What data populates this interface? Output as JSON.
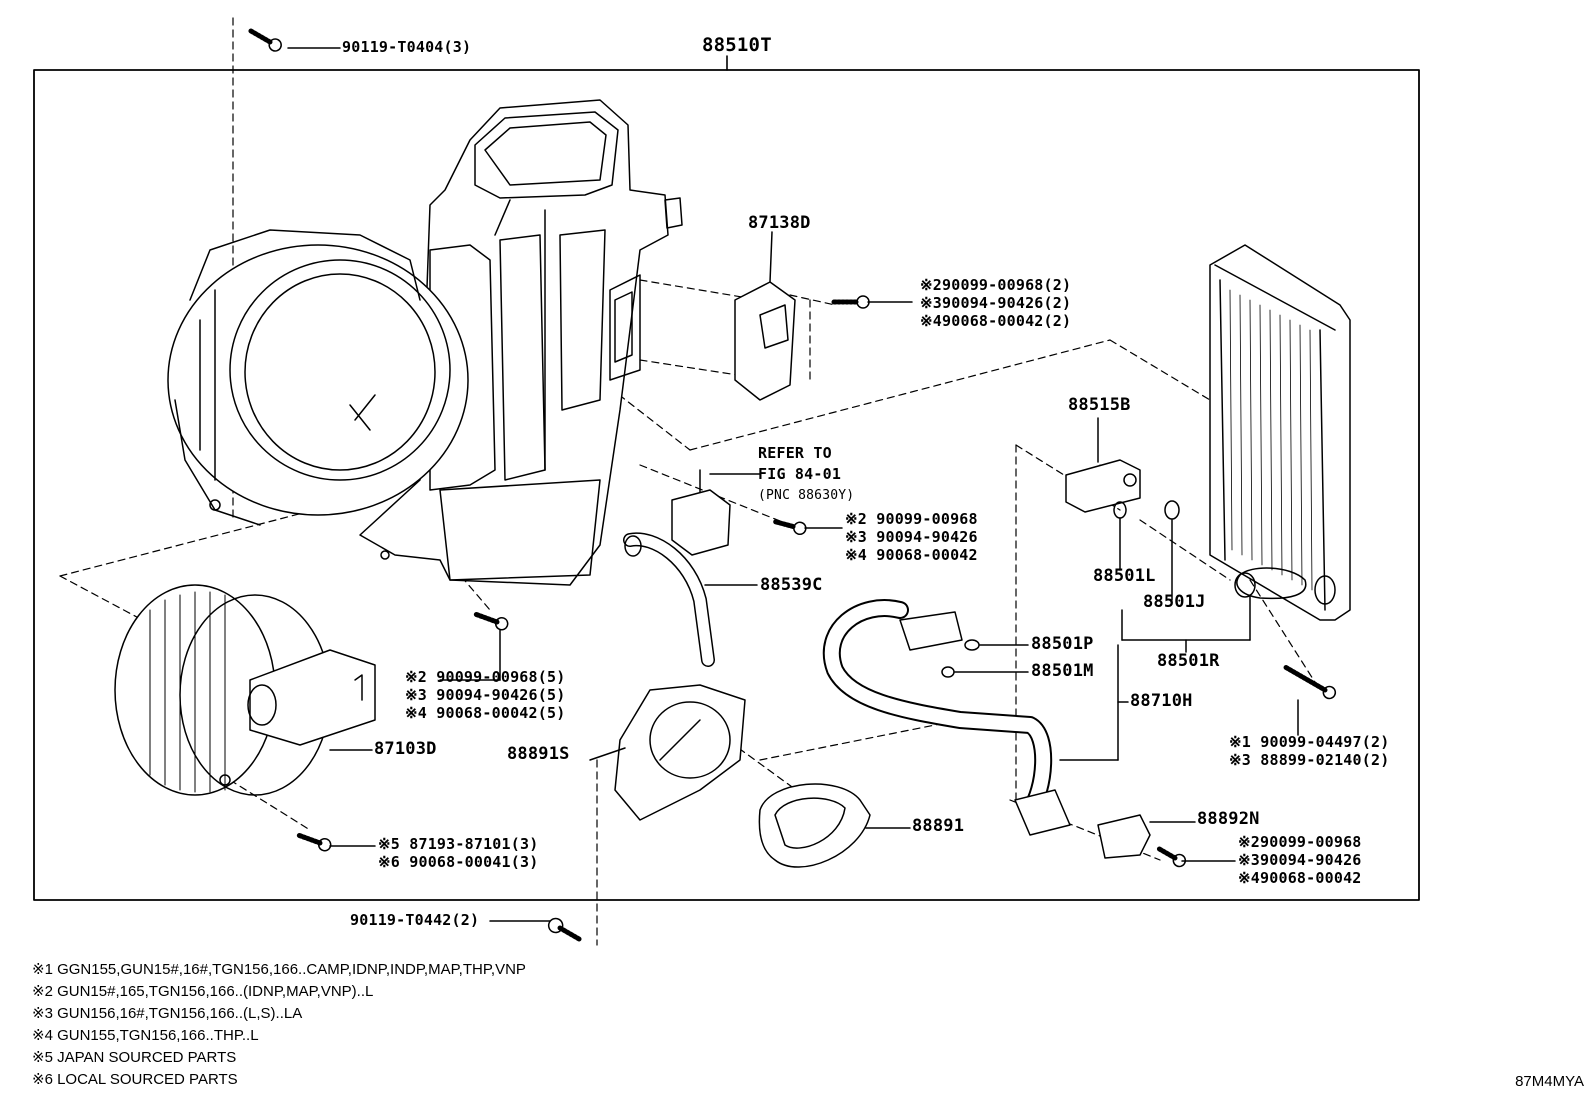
{
  "parts": {
    "p88510T": "88510T",
    "p90119_T0404": "90119-T0404(3)",
    "p87138D": "87138D",
    "p88515B": "88515B",
    "p88501L": "88501L",
    "p88501J": "88501J",
    "p88501P": "88501P",
    "p88501M": "88501M",
    "p88501R": "88501R",
    "p88710H": "88710H",
    "p88539C": "88539C",
    "p88891S": "88891S",
    "p88891": "88891",
    "p88892N": "88892N",
    "p87103D": "87103D",
    "p90119_T0442": "90119-T0442(2)"
  },
  "refer": {
    "line1": "REFER TO",
    "line2": "FIG 84-01",
    "line3": "(PNC 88630Y)"
  },
  "callouts": {
    "c87138D": [
      "※290099-00968(2)",
      "※390094-90426(2)",
      "※490068-00042(2)"
    ],
    "cRefer": [
      "※2 90099-00968",
      "※3 90094-90426",
      "※4 90068-00042"
    ],
    "cHousing": [
      "※2 90099-00968(5)",
      "※3 90094-90426(5)",
      "※4 90068-00042(5)"
    ],
    "cBlower": [
      "※5 87193-87101(3)",
      "※6 90068-00041(3)"
    ],
    "cRadiator": [
      "※1 90099-04497(2)",
      "※3 88899-02140(2)"
    ],
    "c88892N": [
      "※290099-00968",
      "※390094-90426",
      "※490068-00042"
    ]
  },
  "notes": [
    "※1 GGN155,GUN15#,16#,TGN156,166..CAMP,IDNP,INDP,MAP,THP,VNP",
    "※2 GUN15#,165,TGN156,166..(IDNP,MAP,VNP)..L",
    "※3 GUN156,16#,TGN156,166..(L,S)..LA",
    "※4 GUN155,TGN156,166..THP..L",
    "※5 JAPAN SOURCED PARTS",
    "※6 LOCAL SOURCED PARTS"
  ],
  "diagram_code": "87M4MYA"
}
